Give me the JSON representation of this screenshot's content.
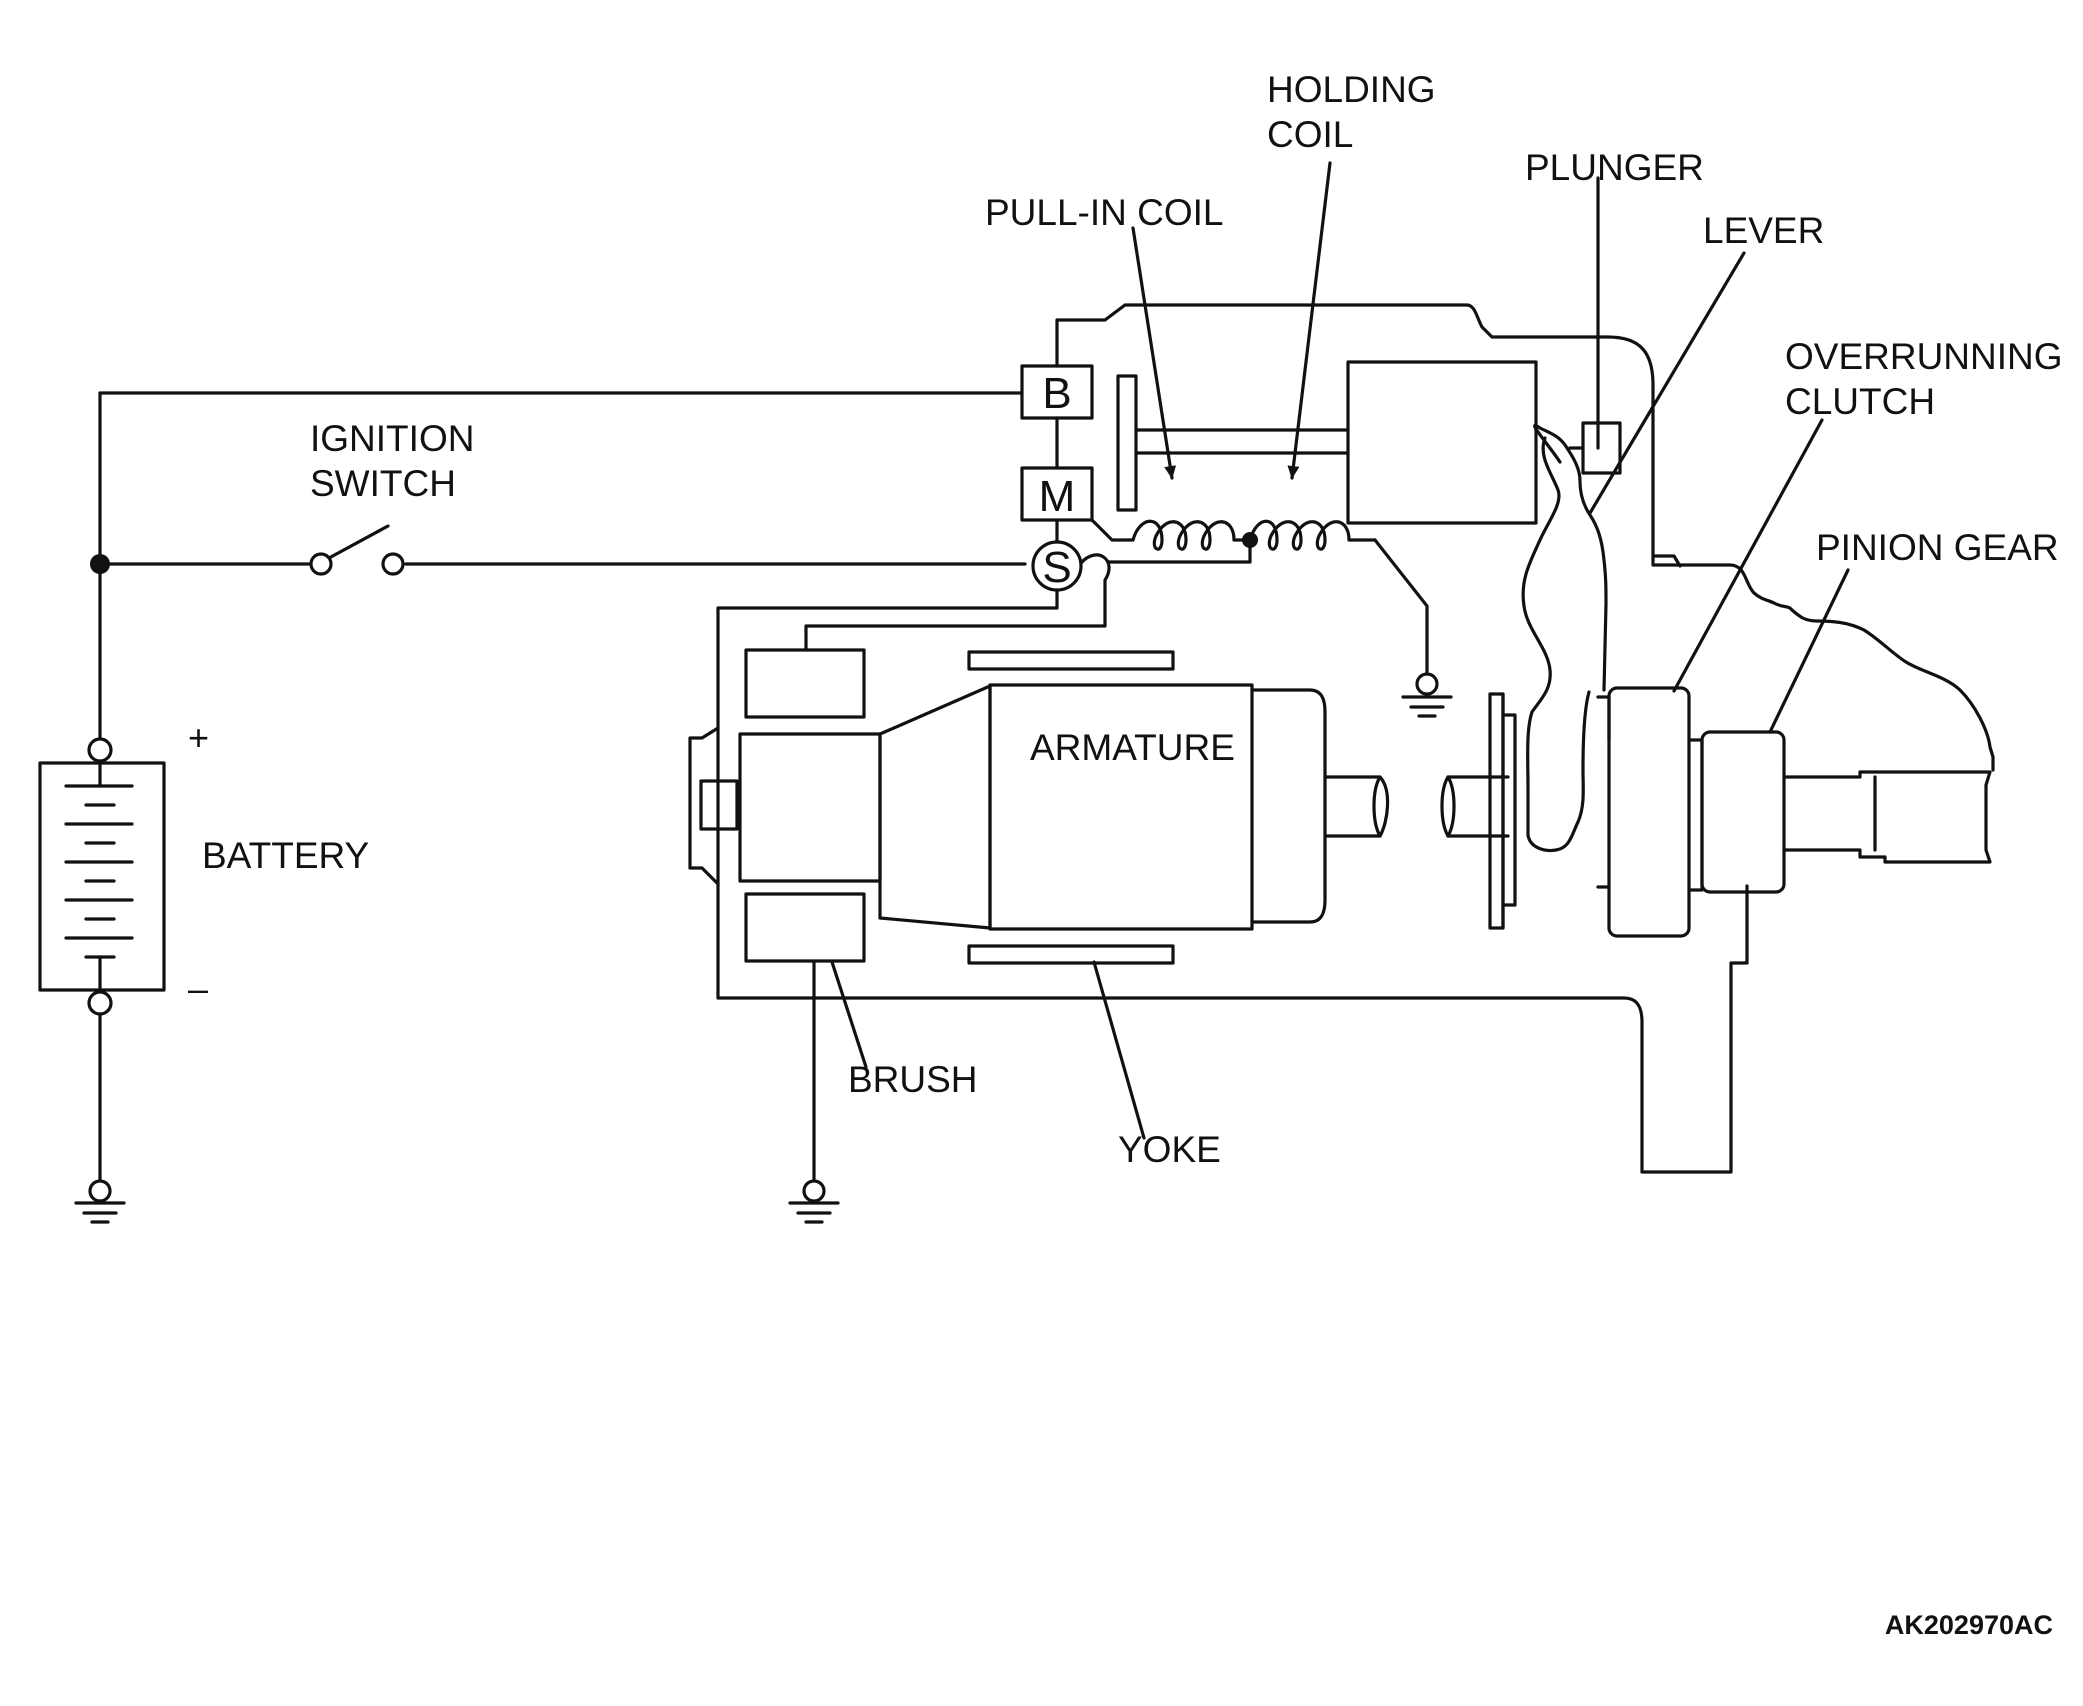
{
  "labels": {
    "holding_coil_line1": "HOLDING",
    "holding_coil_line2": "COIL",
    "plunger": "PLUNGER",
    "pull_in_coil": "PULL-IN COIL",
    "lever": "LEVER",
    "overrunning_clutch_line1": "OVERRUNNING",
    "overrunning_clutch_line2": "CLUTCH",
    "ignition_switch_line1": "IGNITION",
    "ignition_switch_line2": "SWITCH",
    "pinion_gear": "PINION GEAR",
    "armature": "ARMATURE",
    "battery": "BATTERY",
    "brush": "BRUSH",
    "yoke": "YOKE"
  },
  "terminals": {
    "b": "B",
    "m": "M",
    "s": "S"
  },
  "battery_signs": {
    "plus": "+",
    "minus": "–"
  },
  "figure_code": "AK202970AC",
  "colors": {
    "ink": "#111111",
    "background": "#ffffff"
  },
  "icons": {
    "ground": "ground-symbol-icon",
    "coil": "coil-winding-icon",
    "switch": "open-switch-icon"
  }
}
